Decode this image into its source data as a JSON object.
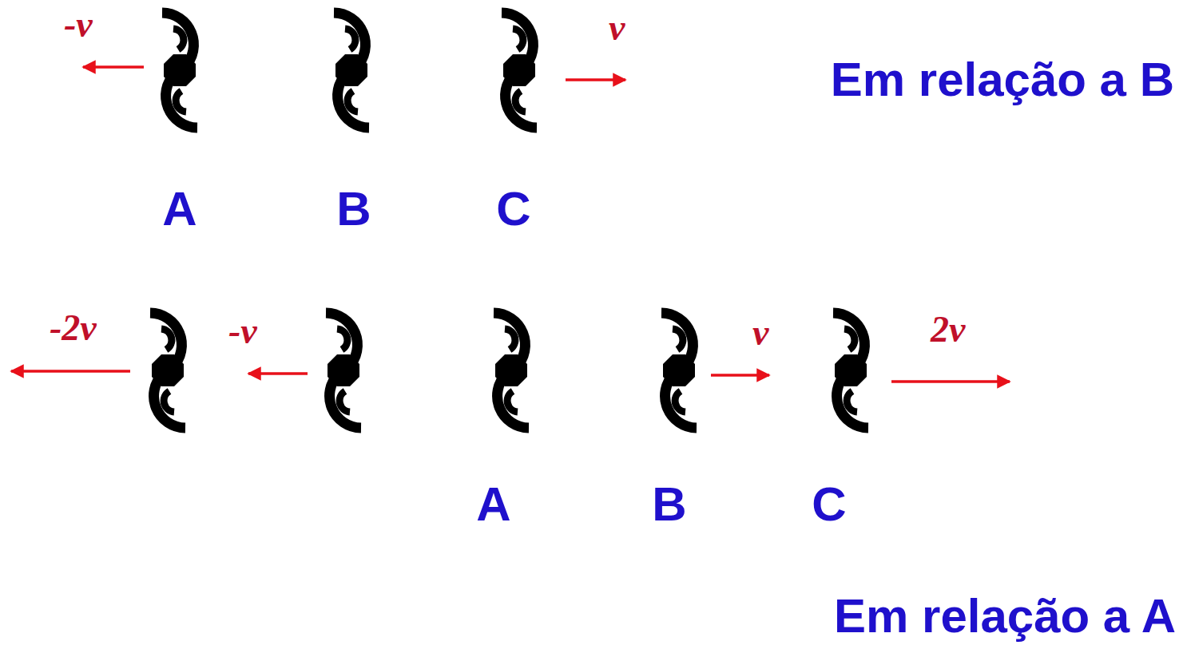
{
  "diagram": {
    "labels": [
      "-v",
      "v",
      "Em relação a B",
      "A",
      "B",
      "C",
      "-2v",
      "-v",
      "v",
      "2v",
      "A",
      "B",
      "C",
      "Em relação a A"
    ]
  }
}
